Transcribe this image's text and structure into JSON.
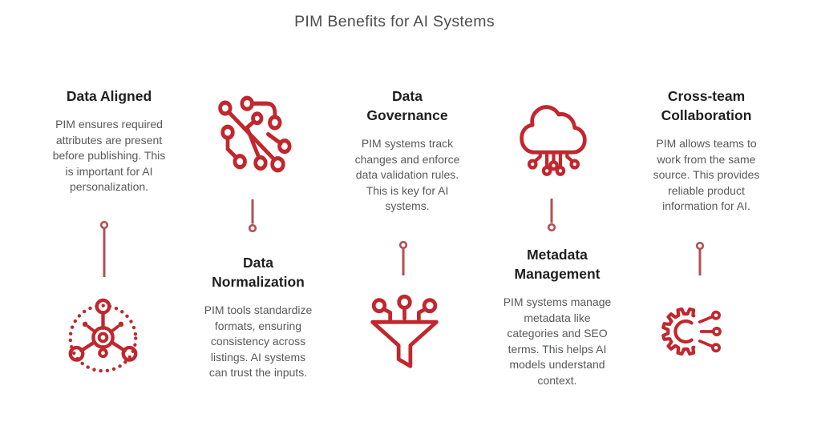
{
  "title": "PIM Benefits for AI Systems",
  "colors": {
    "accent": "#c1272d",
    "connector": "#b25152",
    "title_text": "#1f1f1f",
    "body_text": "#58595b",
    "heading_text": "#4d4d4f",
    "background": "#ffffff"
  },
  "columns": [
    {
      "id": "data-aligned",
      "layout": "text-top",
      "icon": "network-nodes-icon",
      "title": "Data Aligned",
      "body": "PIM ensures required\nattributes are present\nbefore publishing. This\nis important for AI\npersonalization."
    },
    {
      "id": "data-normalization",
      "layout": "icon-top",
      "icon": "circuit-branches-icon",
      "title": "Data\nNormalization",
      "body": "PIM tools standardize\nformats, ensuring\nconsistency across\nlistings. AI systems\ncan trust the inputs."
    },
    {
      "id": "data-governance",
      "layout": "text-top",
      "icon": "funnel-circuit-icon",
      "title": "Data\nGovernance",
      "body": "PIM systems track\nchanges and enforce\ndata validation rules.\nThis is key for AI\nsystems."
    },
    {
      "id": "metadata-management",
      "layout": "icon-top",
      "icon": "cloud-circuit-icon",
      "title": "Metadata\nManagement",
      "body": "PIM systems manage\nmetadata like\ncategories and SEO\nterms. This helps AI\nmodels understand\ncontext."
    },
    {
      "id": "cross-team-collaboration",
      "layout": "text-top",
      "icon": "gear-circuit-icon",
      "title": "Cross-team\nCollaboration",
      "body": "PIM allows teams to\nwork from the same\nsource. This provides\nreliable product\ninformation for AI."
    }
  ]
}
